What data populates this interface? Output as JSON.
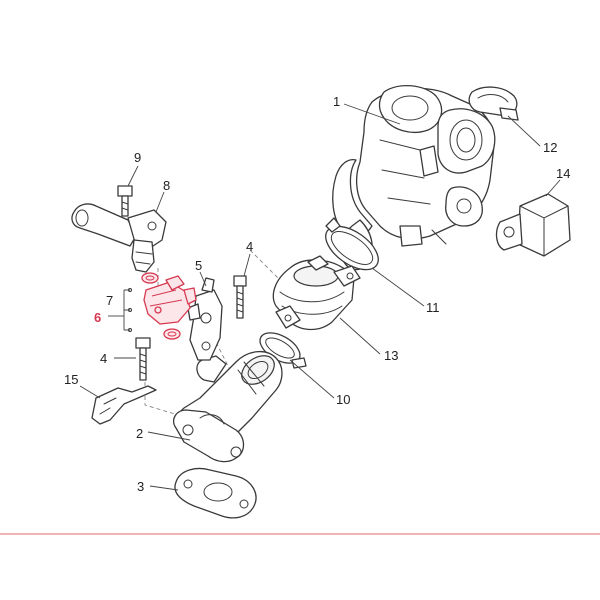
{
  "callouts": {
    "c1": "1",
    "c2": "2",
    "c3": "3",
    "c4a": "4",
    "c4b": "4",
    "c5": "5",
    "c6": "6",
    "c7": "7",
    "c8": "8",
    "c9": "9",
    "c10": "10",
    "c11": "11",
    "c12": "12",
    "c13": "13",
    "c14": "14",
    "c15": "15"
  },
  "colors": {
    "highlight": "#d6384f",
    "line": "#3a3a3a",
    "baseline": "#e06a6a"
  }
}
